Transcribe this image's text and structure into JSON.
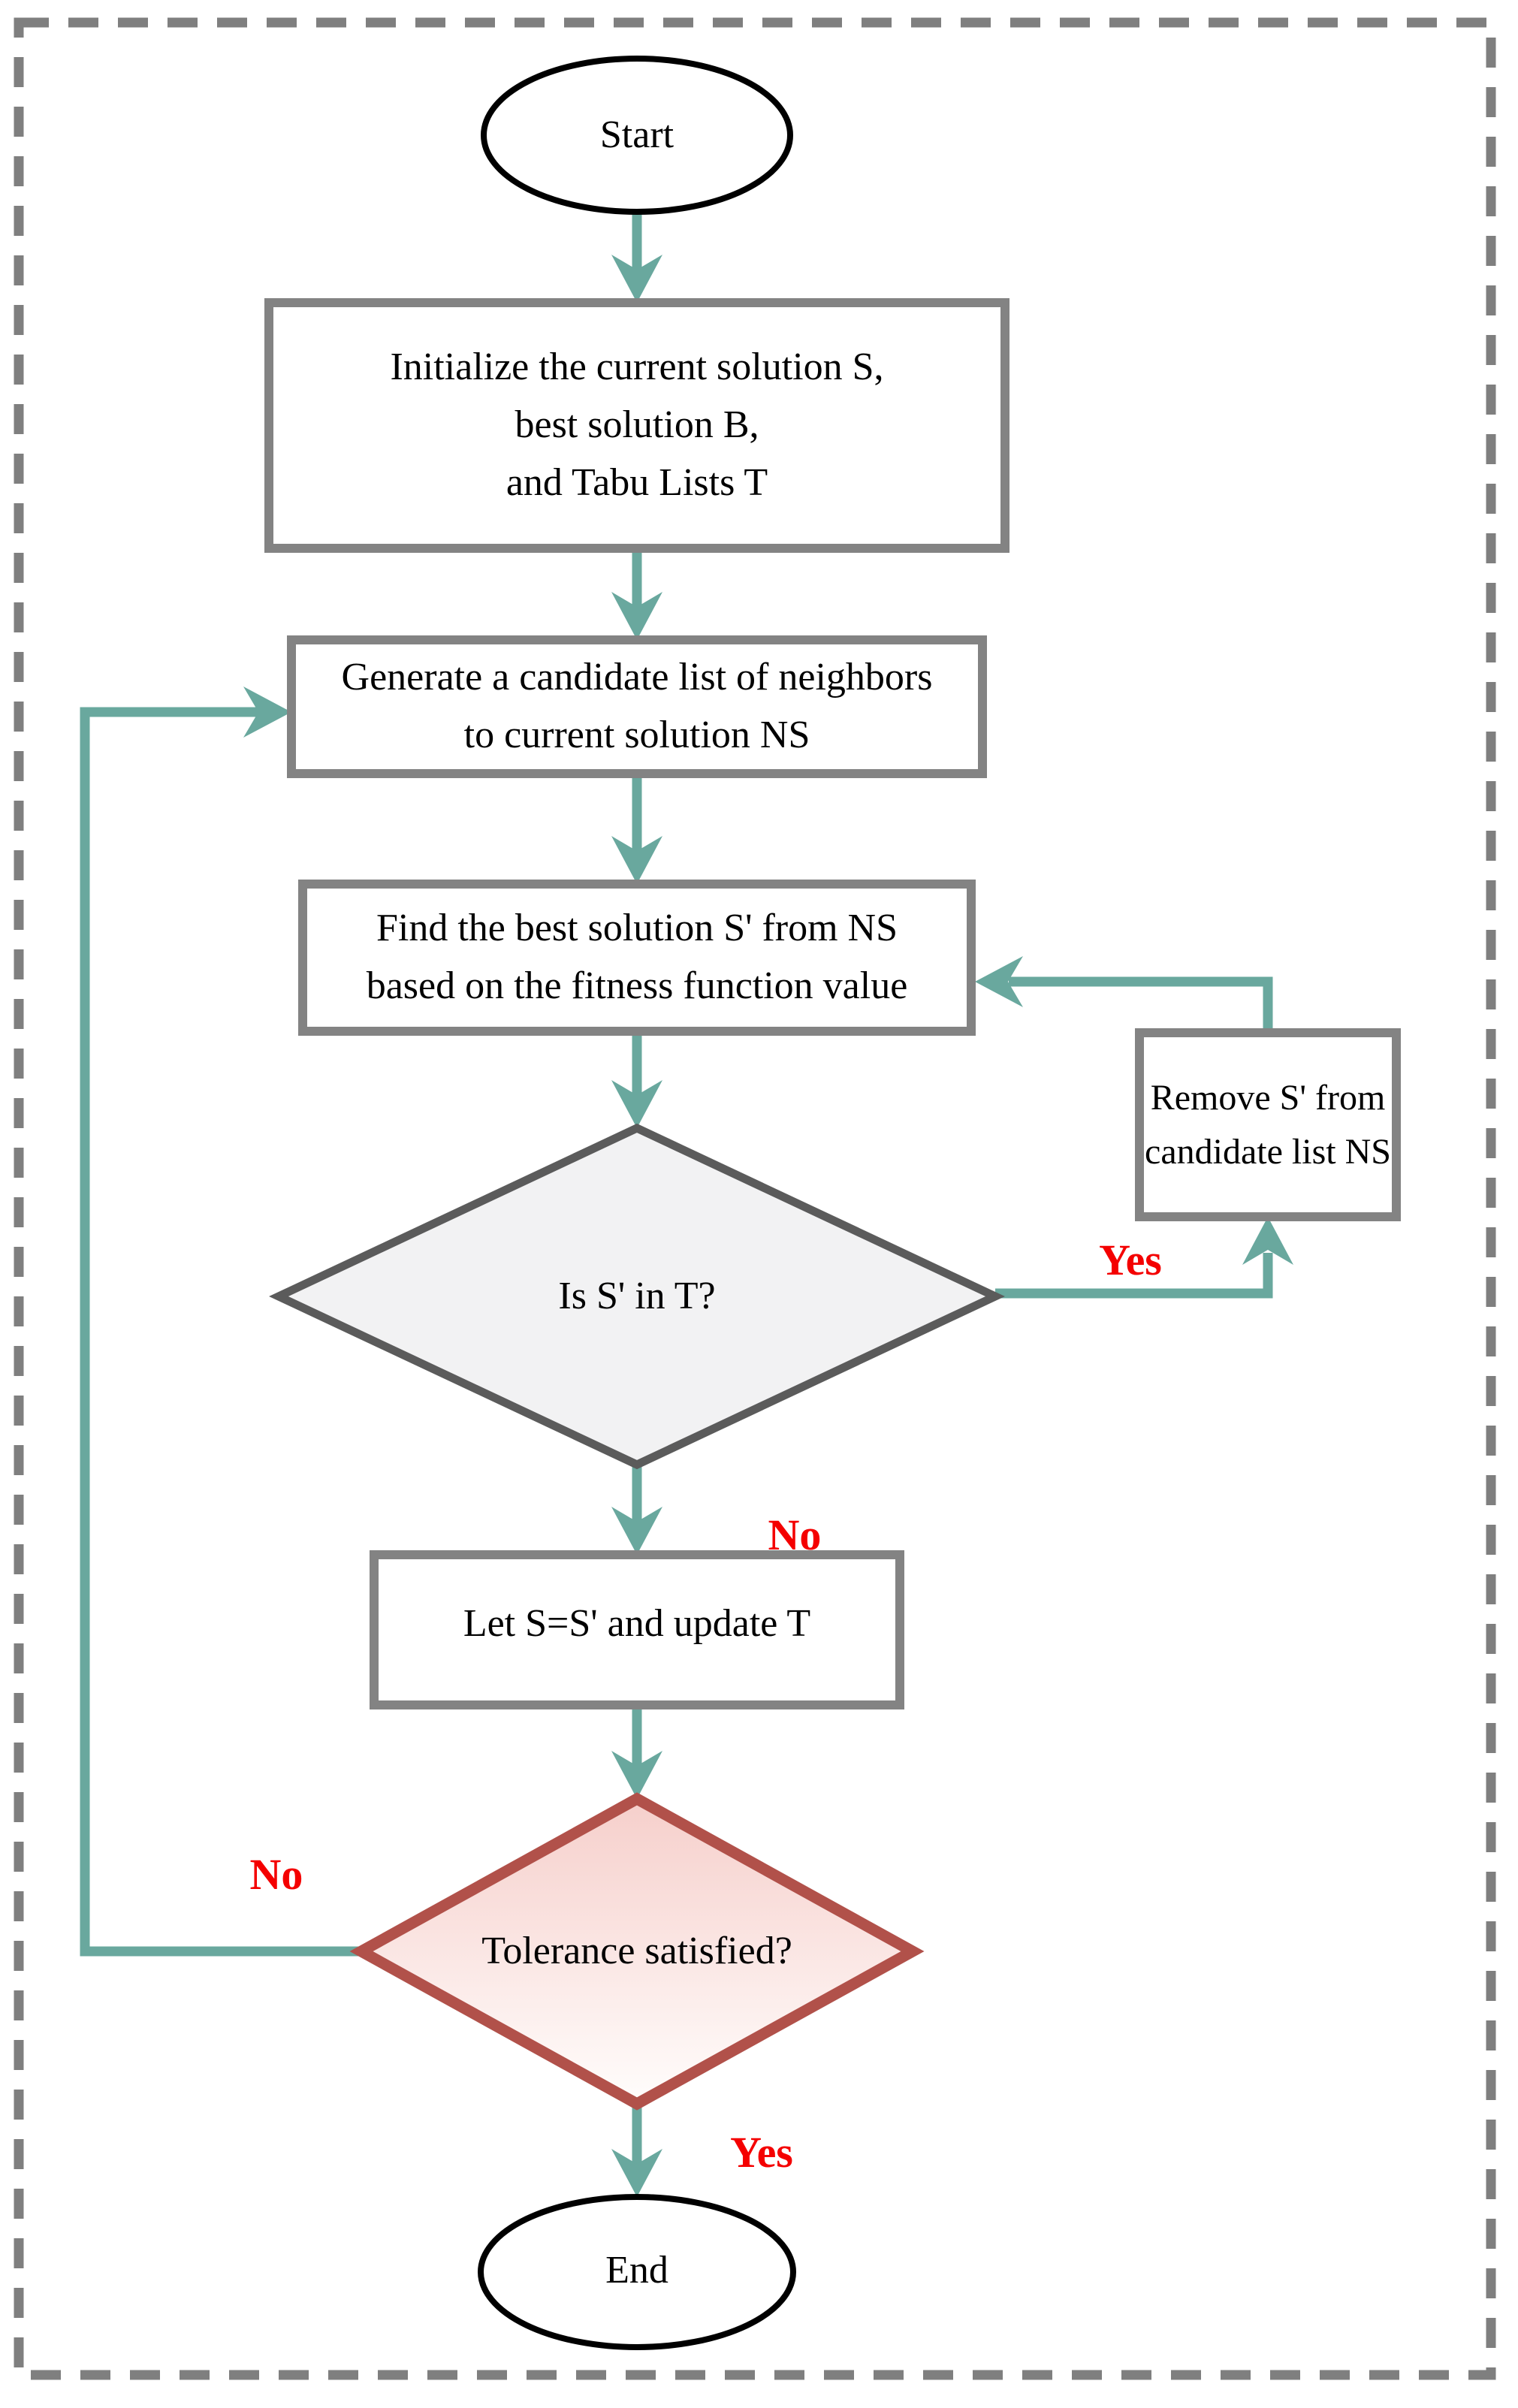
{
  "colors": {
    "arrow": "#69A89E",
    "box_border": "#838383",
    "box_fill": "#FFFFFF",
    "terminal_border": "#000000",
    "decision1_border": "#5B5B5B",
    "decision1_fill": "#F2F2F3",
    "decision2_border": "#B1514A",
    "decision2_fill_top": "#F6CFCB",
    "decision2_fill_bottom": "#FFFDFC",
    "branch_label": "#F40000",
    "page_border": "#7F7F7F",
    "text": "#000000"
  },
  "flowchart": {
    "start": {
      "label": "Start"
    },
    "initialize": {
      "lines": [
        "Initialize the current solution S,",
        "best solution B,",
        "and Tabu Lists T"
      ]
    },
    "generate": {
      "lines": [
        "Generate a candidate list of neighbors",
        "to current solution NS"
      ]
    },
    "find": {
      "lines": [
        "Find the best solution S' from NS",
        "based on the fitness function value"
      ]
    },
    "remove": {
      "lines": [
        "Remove S' from",
        "candidate list NS"
      ]
    },
    "decision_tabu": {
      "label": "Is S' in T?"
    },
    "let_update": {
      "label": "Let S=S' and update T"
    },
    "decision_tolerance": {
      "label": "Tolerance satisfied?"
    },
    "end": {
      "label": "End"
    },
    "branch_labels": {
      "tabu_yes": "Yes",
      "tabu_no": "No",
      "tolerance_no": "No",
      "tolerance_yes": "Yes"
    }
  }
}
